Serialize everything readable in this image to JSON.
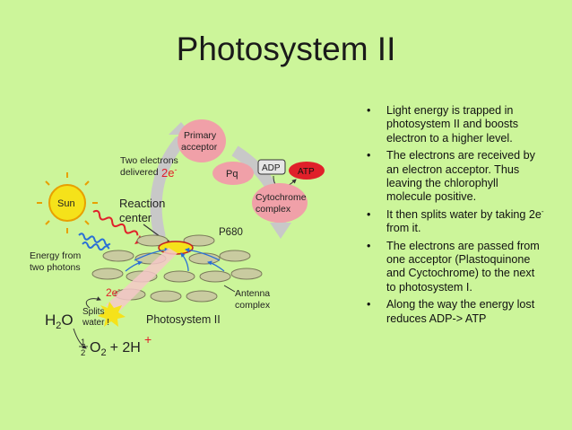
{
  "title": "Photosystem II",
  "bullets": [
    {
      "text": "Light energy is trapped in photosystem II and boosts electron to a higher level."
    },
    {
      "text": "The electrons are received by an electron acceptor. Thus leaving the chlorophyll molecule positive."
    },
    {
      "pre": "It then splits water by taking 2e",
      "sup": "-",
      "post": " from it."
    },
    {
      "text": "The electrons are passed from one acceptor (Plastoquinone and Cyctochrome) to the next to photosystem I."
    },
    {
      "text": "Along the way the energy lost reduces ADP-> ATP"
    }
  ],
  "bullet_symbol": "•",
  "diagram": {
    "primary_acceptor": [
      "Primary",
      "acceptor"
    ],
    "two_electrons": [
      "Two electrons",
      "delivered"
    ],
    "two_e_top": "2e",
    "two_e_top_sup": "-",
    "pq": "Pq",
    "adp": "ADP",
    "atp": "ATP",
    "cytochrome": [
      "Cytochrome",
      "complex"
    ],
    "sun": "Sun",
    "reaction_center": [
      "Reaction",
      "center"
    ],
    "p680": "P680",
    "energy_from": [
      "Energy from",
      "two photons"
    ],
    "two_e_bottom": "2e",
    "two_e_bottom_sup": "-",
    "splits_water": [
      "Splits",
      "water !"
    ],
    "h2o_h": "H",
    "h2o_sub": "2",
    "h2o_o": "O",
    "antenna": [
      "Antenna",
      "complex"
    ],
    "photosystem": "Photosystem II",
    "frac_num": "1",
    "frac_den": "2",
    "o2_o": "O",
    "o2_sub": "2",
    "plus_2h": "+ 2H",
    "plus_sup": "+"
  },
  "colors": {
    "background": "#ccf59a",
    "pink": "#f0a0a8",
    "disc": "#c9cba0",
    "sun": "#f5e21a",
    "red_text": "#e0202a",
    "arrow_grey": "#c8c8c8"
  }
}
